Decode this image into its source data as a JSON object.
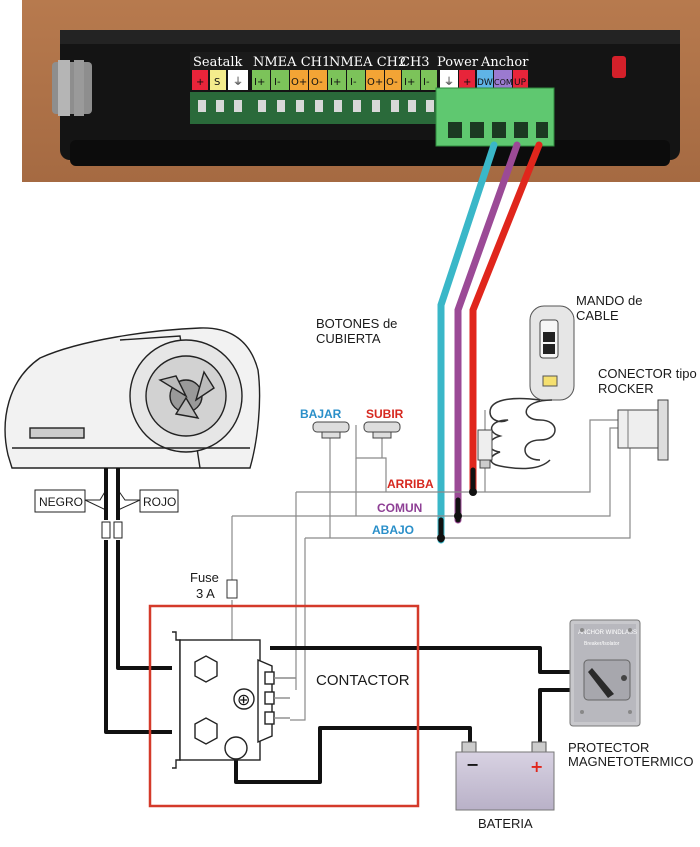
{
  "header_groups": [
    "Seatalk",
    "NMEA CH1",
    "NMEA CH2",
    "CH3",
    "Power",
    "Anchor"
  ],
  "pins": {
    "seatalk": [
      "+",
      "S",
      "⏚"
    ],
    "nmea_ch1": [
      "I+",
      "I-",
      "O+",
      "O-"
    ],
    "nmea_ch2": [
      "I+",
      "I-",
      "O+",
      "O-"
    ],
    "ch3": [
      "I+",
      "I-"
    ],
    "power": [
      "⏚",
      "+"
    ],
    "anchor": [
      "DW",
      "COM",
      "UP"
    ]
  },
  "labels": {
    "botones_de_cubierta": [
      "BOTONES de",
      "CUBIERTA"
    ],
    "mando_de_cable": [
      "MANDO de",
      "CABLE"
    ],
    "conector_rocker": [
      "CONECTOR tipo",
      "ROCKER"
    ],
    "bajar": "BAJAR",
    "subir": "SUBIR",
    "arriba": "ARRIBA",
    "comun": "COMUN",
    "abajo": "ABAJO",
    "negro": "NEGRO",
    "rojo": "ROJO",
    "fuse": [
      "Fuse",
      "3 A"
    ],
    "contactor": "CONTACTOR",
    "protector": [
      "PROTECTOR",
      "MAGNETOTERMICO"
    ],
    "bateria": "BATERIA",
    "battery_minus": "−",
    "battery_plus": "+",
    "breaker_title": "ANCHOR WINDLASS",
    "breaker_sub": "Breaker/Isolator"
  },
  "colors": {
    "down_wire": "#3ab7c8",
    "common_wire": "#9b4a96",
    "up_wire": "#e0261c",
    "contactor_box": "#d43a2a",
    "bajar_text": "#2a8fc9",
    "subir_text": "#d6281f",
    "arriba_text": "#d6281f",
    "comun_text": "#8e3f95",
    "abajo_text": "#2a8fc9"
  }
}
